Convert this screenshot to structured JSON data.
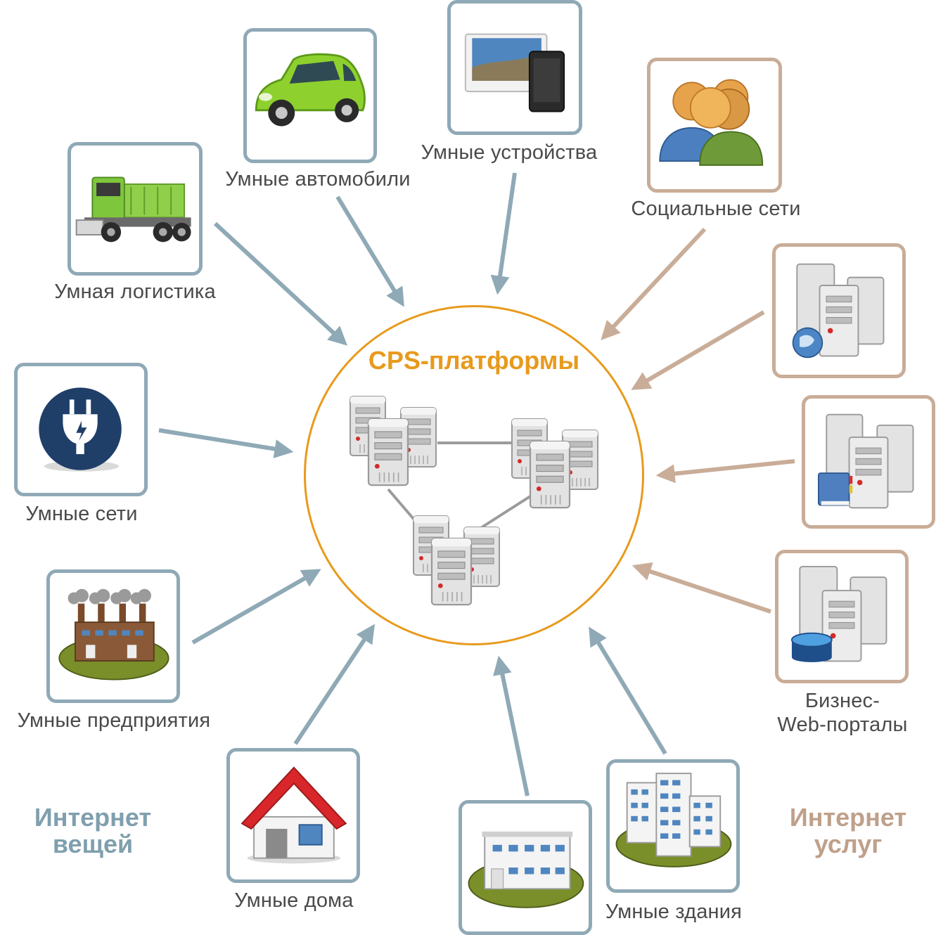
{
  "center": {
    "title": "CPS-платформы"
  },
  "colors": {
    "iot": "#8fa9b6",
    "services": "#c9ad98",
    "platform": "#e89a1c",
    "iot_text": "#7f9fae",
    "services_text": "#bfa08a"
  },
  "groups": {
    "iot_line1": "Интернет",
    "iot_line2": "вещей",
    "services_line1": "Интернет",
    "services_line2": "услуг"
  },
  "nodes": {
    "logistics": {
      "label": "Умная логистика",
      "icon": "dump-truck-icon"
    },
    "cars": {
      "label": "Умные автомобили",
      "icon": "car-icon"
    },
    "devices": {
      "label": "Умные устройства",
      "icon": "devices-icon"
    },
    "social": {
      "label": "Социальные сети",
      "icon": "people-icon"
    },
    "web_servers": {
      "label": "",
      "icon": "web-server-globe-icon"
    },
    "doc_servers": {
      "label": "",
      "icon": "server-book-icon"
    },
    "portals": {
      "line1": "Бизнес-",
      "line2": "Web-порталы",
      "icon": "server-database-icon"
    },
    "grids": {
      "label": "Умные сети",
      "icon": "power-plug-icon"
    },
    "enterprises": {
      "label": "Умные предприятия",
      "icon": "factory-icon"
    },
    "homes": {
      "label": "Умные дома",
      "icon": "house-icon"
    },
    "office": {
      "label": "",
      "icon": "office-building-icon"
    },
    "buildings": {
      "label": "Умные здания",
      "icon": "buildings-icon"
    }
  }
}
